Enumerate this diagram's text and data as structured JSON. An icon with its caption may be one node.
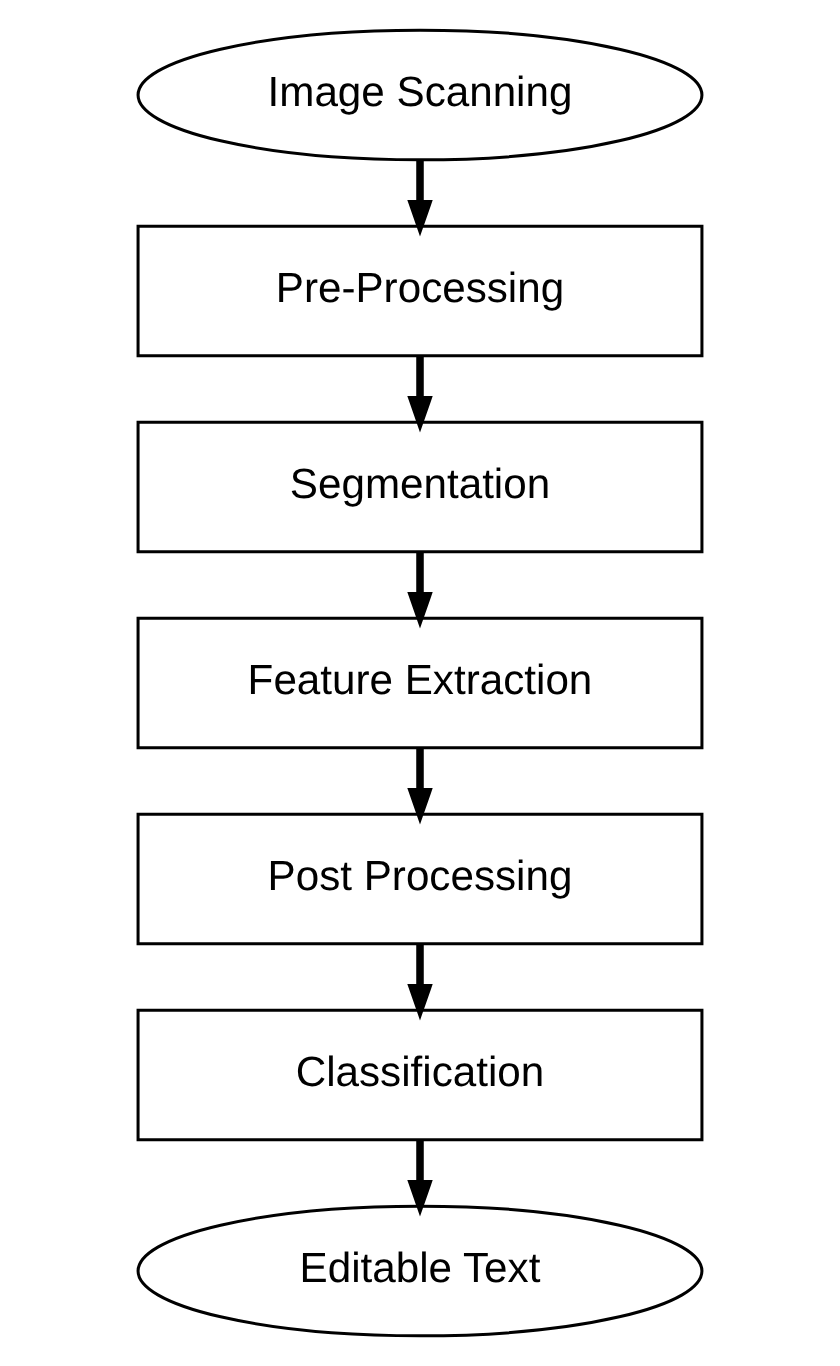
{
  "diagram": {
    "nodes": [
      {
        "text": [
          "Image Scanning"
        ]
      },
      {
        "text": [
          "Pre-Processing"
        ]
      },
      {
        "text": [
          "Segmentation"
        ]
      },
      {
        "text": [
          "Feature Extraction"
        ]
      },
      {
        "text": [
          "Post Processing"
        ]
      },
      {
        "text": [
          "Classification"
        ]
      },
      {
        "text": [
          "Editable Text"
        ]
      }
    ],
    "edges": [
      {
        "from": 0,
        "to": 1,
        "arrow": "to"
      },
      {
        "from": 1,
        "to": 2,
        "arrow": "to"
      },
      {
        "from": 2,
        "to": 3,
        "arrow": "to"
      },
      {
        "from": 3,
        "to": 4,
        "arrow": "to"
      },
      {
        "from": 4,
        "to": 5,
        "arrow": "to"
      },
      {
        "from": 5,
        "to": 6,
        "arrow": "to"
      }
    ]
  }
}
